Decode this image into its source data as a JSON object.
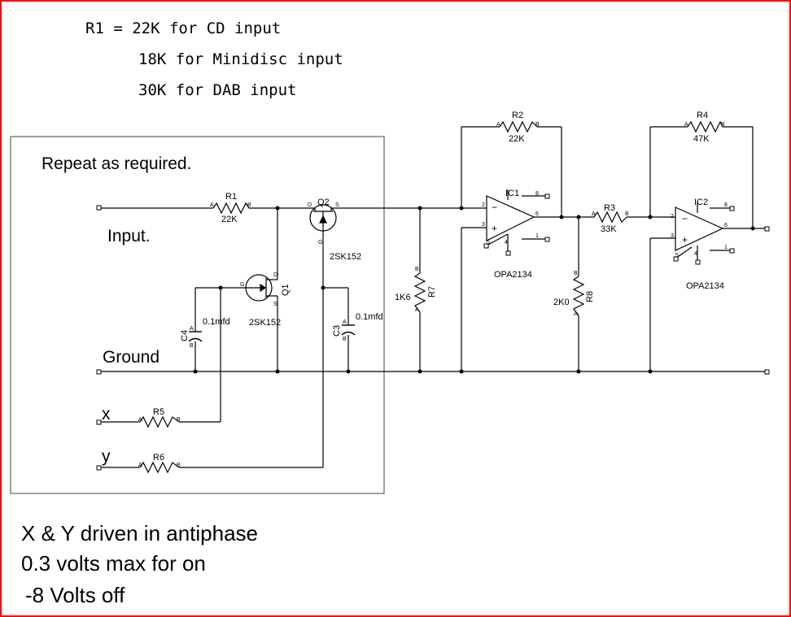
{
  "notes": {
    "r1_line1": "R1 = 22K for CD input",
    "r1_line2": "18K for Minidisc input",
    "r1_line3": "30K for DAB input",
    "repeat": "Repeat as required.",
    "input": "Input.",
    "ground": "Ground",
    "x": "x",
    "y": "y",
    "footer1": "X & Y driven in antiphase",
    "footer2": "0.3 volts max for on",
    "footer3": "-8 Volts off"
  },
  "components": {
    "r1": {
      "name": "R1",
      "value": "22K"
    },
    "r2": {
      "name": "R2",
      "value": "22K"
    },
    "r3": {
      "name": "R3",
      "value": "33K"
    },
    "r4": {
      "name": "R4",
      "value": "47K"
    },
    "r5": {
      "name": "R5"
    },
    "r6": {
      "name": "R6"
    },
    "r7": {
      "name": "R7",
      "value": "1K6"
    },
    "r8": {
      "name": "R8",
      "value": "2K0"
    },
    "q1": {
      "name": "Q1",
      "part": "2SK152"
    },
    "q2": {
      "name": "Q2",
      "part": "2SK152"
    },
    "c3": {
      "name": "C3",
      "value": "0.1mfd"
    },
    "c4": {
      "name": "C4",
      "value": "0.1mfd"
    },
    "ic1": {
      "name": "IC1",
      "part": "OPA2134"
    },
    "ic2": {
      "name": "IC2",
      "part": "OPA2134"
    }
  },
  "pins": {
    "a": "A",
    "b": "B",
    "d": "D",
    "s": "S",
    "g": "G",
    "p1": "1",
    "p2": "2",
    "p3": "3",
    "p4": "4",
    "p5": "5",
    "p6": "6",
    "p8": "8",
    "minus": "−",
    "plus": "+"
  },
  "colors": {
    "border": "#ff0000",
    "wire": "#000000",
    "box": "#808080"
  }
}
